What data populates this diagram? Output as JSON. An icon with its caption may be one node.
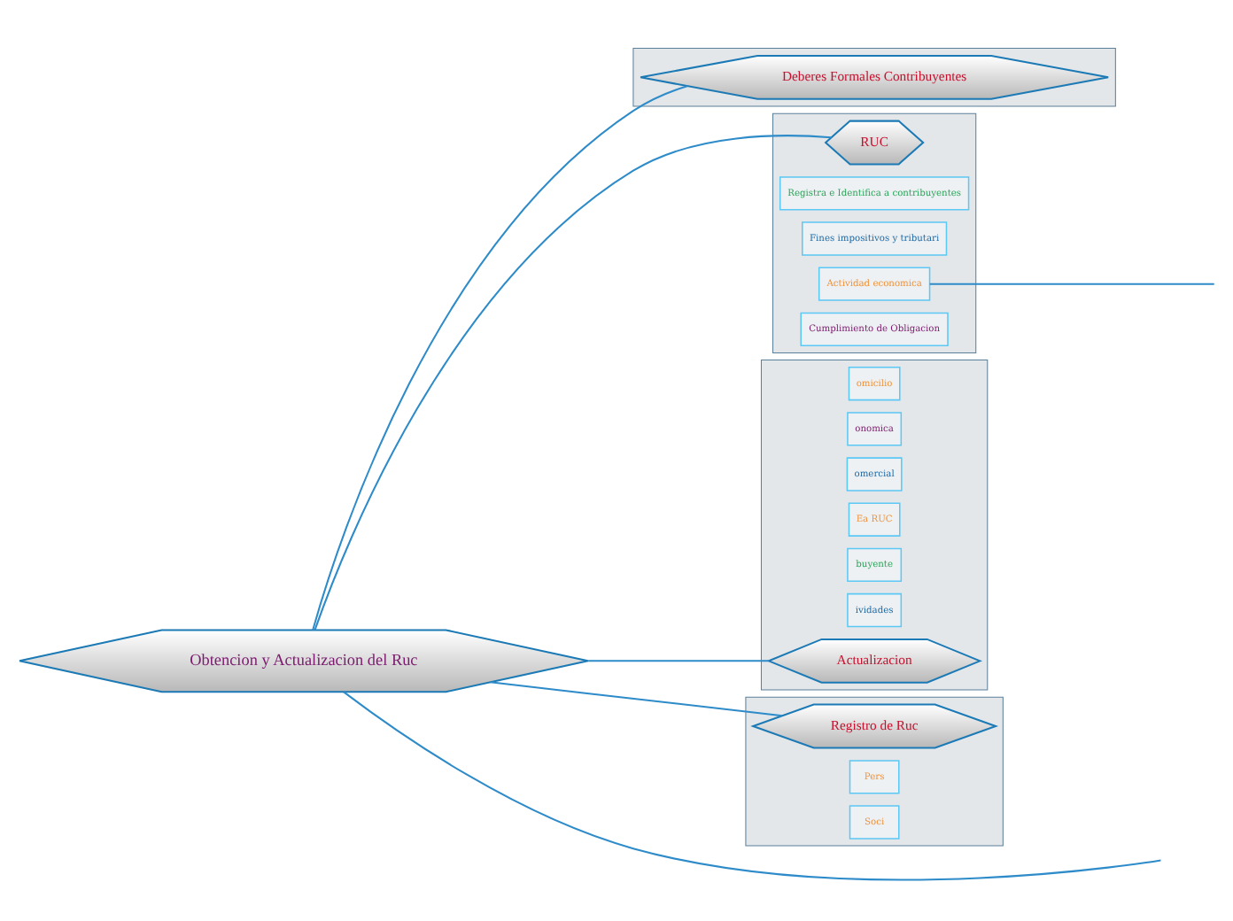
{
  "diagram": {
    "nodes": [
      {
        "text": [
          "Obtencion y Actualizacion del Ruc"
        ]
      },
      {
        "text": [],
        "shape": "band"
      },
      {
        "text": [
          "Deberes Formales Contribuyentes"
        ],
        "in": 1
      },
      {
        "text": [],
        "shape": "band"
      },
      {
        "text": [
          "RUC"
        ],
        "in": 3
      },
      {
        "text": [
          "Registra e Identifica a contribuyentes"
        ],
        "in": 3
      },
      {
        "text": [
          "Fines impositivos y tributari"
        ],
        "in": 3
      },
      {
        "text": [
          "Actividad economica"
        ],
        "in": 3
      },
      {
        "text": [
          "Cumplimiento de Obligacion"
        ],
        "in": 3
      },
      {
        "text": [],
        "shape": "band"
      },
      {
        "text": [
          "omicilio"
        ],
        "in": 9
      },
      {
        "text": [
          "onomica"
        ],
        "in": 9
      },
      {
        "text": [
          "omercial"
        ],
        "in": 9
      },
      {
        "text": [
          "Ea RUC"
        ],
        "in": 9
      },
      {
        "text": [
          "buyente"
        ],
        "in": 9
      },
      {
        "text": [
          "ividades"
        ],
        "in": 9
      },
      {
        "text": [
          "Actualizacion"
        ],
        "in": 9
      },
      {
        "text": [],
        "shape": "band"
      },
      {
        "text": [
          "Registro de Ruc"
        ],
        "in": 17
      },
      {
        "text": [
          "Pers"
        ],
        "in": 17
      },
      {
        "text": [
          "Soci"
        ],
        "in": 17
      }
    ],
    "edges": [
      {
        "from": 0,
        "to": 2,
        "arrow": "none"
      },
      {
        "from": 0,
        "to": 4,
        "arrow": "none"
      },
      {
        "from": 0,
        "to": 16,
        "arrow": "none"
      },
      {
        "from": 0,
        "to": 18,
        "arrow": "none"
      },
      {
        "from": 0,
        "to": null,
        "arrow": "none"
      },
      {
        "from": 7,
        "to": null,
        "arrow": "none"
      }
    ]
  }
}
